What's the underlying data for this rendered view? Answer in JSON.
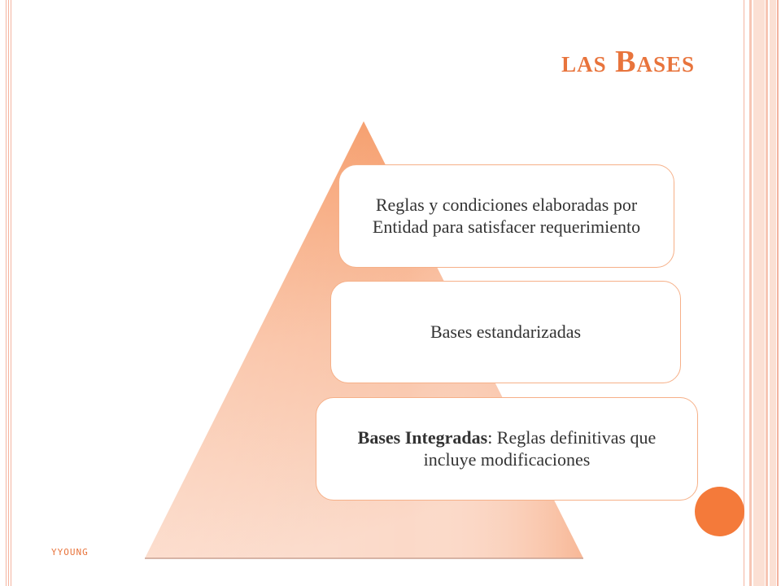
{
  "slide": {
    "title": "las Bases",
    "footer": "YYOUNG"
  },
  "pyramid": {
    "levels": [
      {
        "text": "Reglas y condiciones elaboradas por Entidad para satisfacer requerimiento"
      },
      {
        "text": "Bases estandarizadas"
      },
      {
        "bold": "Bases Integradas",
        "text": ": Reglas definitivas que incluye modificaciones"
      }
    ]
  },
  "colors": {
    "accent": "#e8743c",
    "circle": "#f47a3a",
    "pyramid_top": "#f6a070",
    "pyramid_bottom": "#fbd6c2",
    "box_border": "#f6b088"
  }
}
